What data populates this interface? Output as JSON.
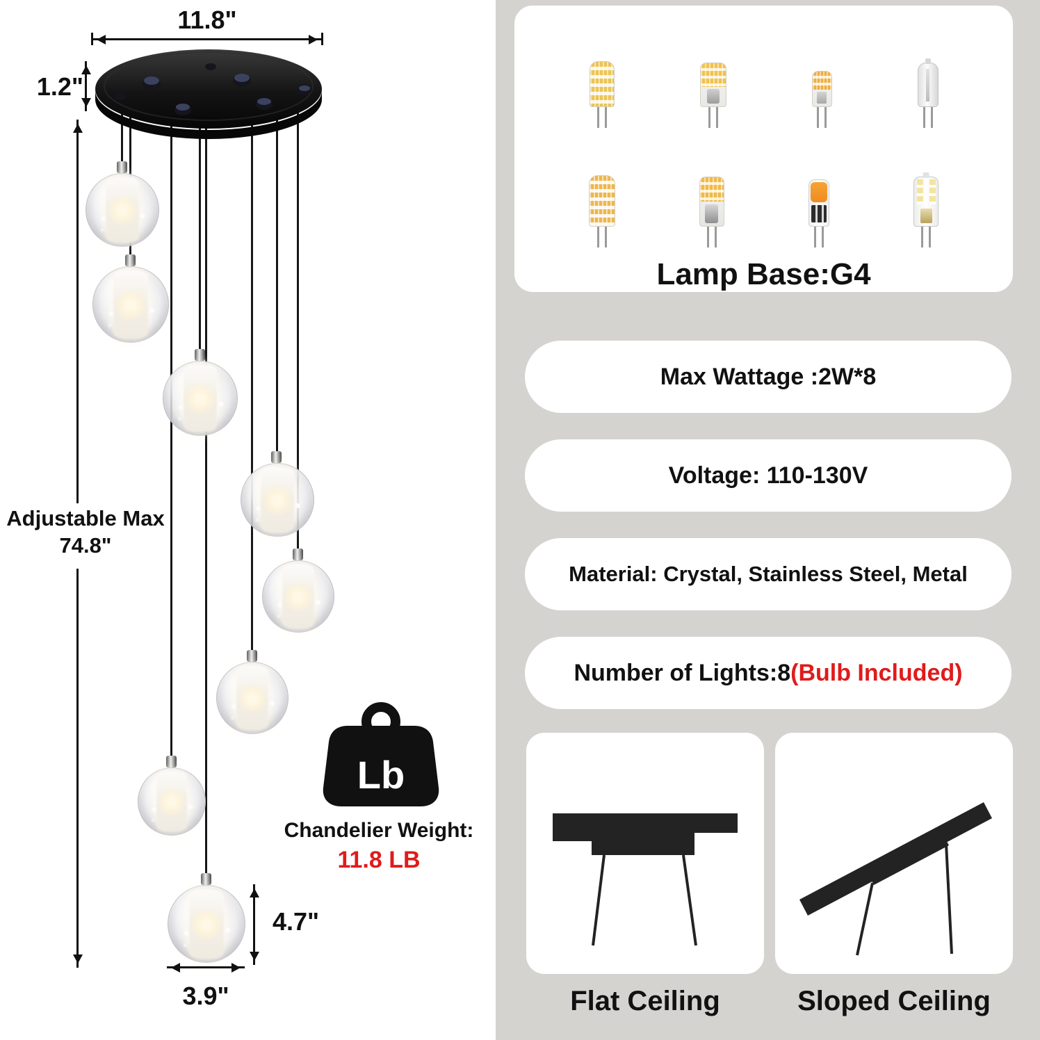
{
  "colors": {
    "accent_red": "#e01b1b",
    "panel_bg": "#d5d3d0",
    "fixture_black": "#111111"
  },
  "dims": {
    "width": "11.8\"",
    "canopy_height": "1.2\"",
    "adjustable_line1": "Adjustable Max",
    "adjustable_line2": "74.8\"",
    "globe_height": "4.7\"",
    "globe_diameter": "3.9\""
  },
  "weight": {
    "icon_label": "Lb",
    "title": "Chandelier Weight:",
    "value": "11.8 LB"
  },
  "specs": {
    "lamp_base_label": "Lamp Base:G4",
    "pills": {
      "max_wattage": "Max Wattage :2W*8",
      "voltage": "Voltage: 110-130V",
      "material": "Material: Crystal, Stainless Steel, Metal",
      "lights_black": "Number of Lights:8",
      "lights_red": "(Bulb Included)"
    },
    "ceiling": {
      "flat": "Flat Ceiling",
      "sloped": "Sloped Ceiling"
    }
  }
}
